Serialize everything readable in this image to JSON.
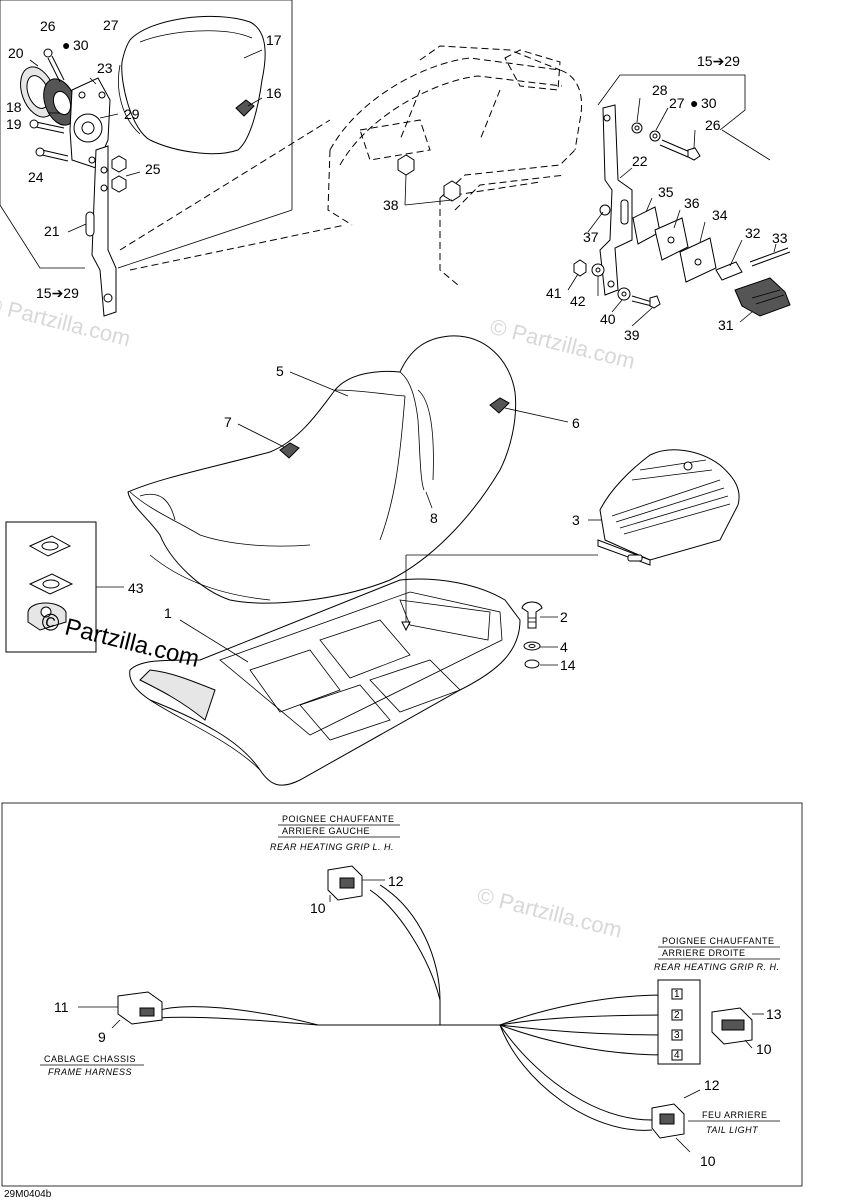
{
  "callouts": {
    "n1": "1",
    "n2": "2",
    "n3": "3",
    "n4": "4",
    "n5": "5",
    "n6": "6",
    "n7": "7",
    "n8": "8",
    "n9": "9",
    "n10": "10",
    "n11": "11",
    "n12": "12",
    "n13": "13",
    "n14": "14",
    "n16": "16",
    "n17": "17",
    "n18": "18",
    "n19": "19",
    "n20": "20",
    "n21": "21",
    "n22": "22",
    "n23": "23",
    "n24": "24",
    "n25": "25",
    "n26": "26",
    "n27": "27",
    "n28": "28",
    "n29": "29",
    "n30": "30",
    "n31": "31",
    "n32": "32",
    "n33": "33",
    "n34": "34",
    "n35": "35",
    "n36": "36",
    "n37": "37",
    "n38": "38",
    "n39": "39",
    "n40": "40",
    "n41": "41",
    "n42": "42",
    "n43": "43",
    "kit_range": "15➔29"
  },
  "wiring": {
    "rear_left_fr_line1": "POIGNEE CHAUFFANTE",
    "rear_left_fr_line2": "ARRIERE GAUCHE",
    "rear_left_en": "REAR HEATING GRIP L. H.",
    "rear_right_fr_line1": "POIGNEE CHAUFFANTE",
    "rear_right_fr_line2": "ARRIERE DROITE",
    "rear_right_en": "REAR HEATING GRIP R. H.",
    "frame_fr": "CABLAGE CHASSIS",
    "frame_en": "FRAME HARNESS",
    "tail_fr": "FEU ARRIERE",
    "tail_en": "TAIL LIGHT",
    "pins": [
      "1",
      "2",
      "3",
      "4"
    ]
  },
  "watermark": {
    "text": "© Partzilla.com"
  },
  "drawing_ref": "29M0404b"
}
